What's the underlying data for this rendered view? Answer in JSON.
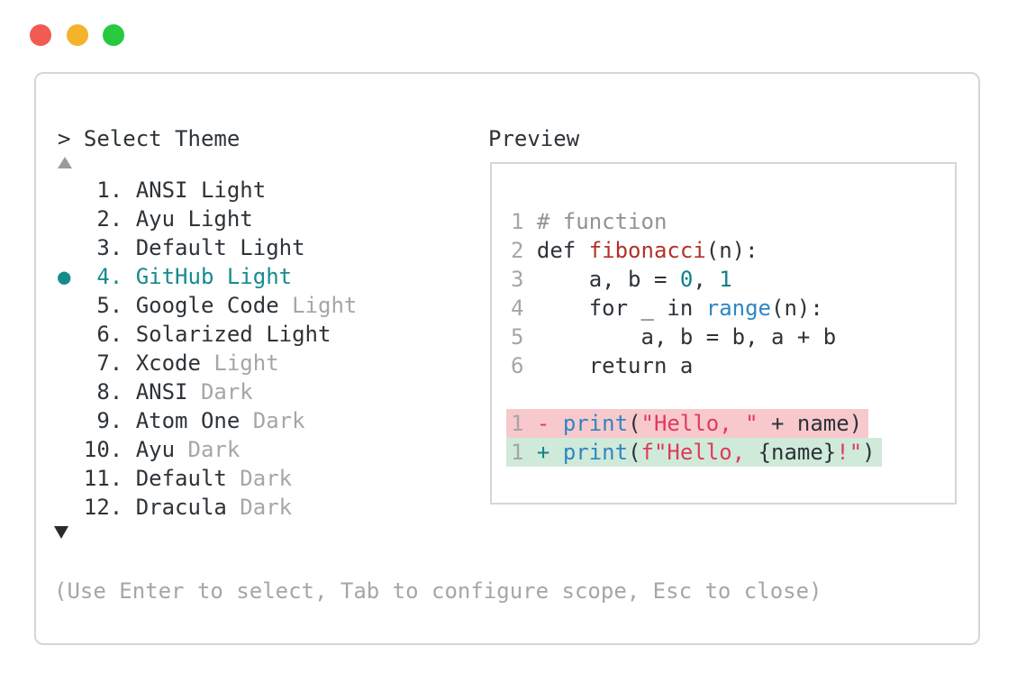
{
  "colors": {
    "text": "#2d3338",
    "muted": "#a6a6a6",
    "comment": "#8e968c",
    "func": "#b23129",
    "number": "#0f808a",
    "builtin": "#2f86c2",
    "string": "#e03a5c",
    "accent": "#168b8d",
    "removed_bg": "#f8c9cc",
    "added_bg": "#d0ead9",
    "border": "#d6d6d6",
    "light_red": "#f15b51",
    "light_yellow": "#f3b32c",
    "light_green": "#27c93f",
    "tri_up": "#9b9b9b",
    "tri_down": "#262b30"
  },
  "window_controls": {
    "close_icon": "traffic-light-red",
    "minimize_icon": "traffic-light-yellow",
    "zoom_icon": "traffic-light-green"
  },
  "theme_selector": {
    "prompt": "> Select Theme",
    "scroll_up_indicator": "up-triangle",
    "scroll_down_indicator": "down-triangle",
    "selected_bullet": "● ",
    "items": [
      {
        "num": " 1.",
        "name": "ANSI Light",
        "suffix": "",
        "selected": false
      },
      {
        "num": " 2.",
        "name": "Ayu Light",
        "suffix": "",
        "selected": false
      },
      {
        "num": " 3.",
        "name": "Default Light",
        "suffix": "",
        "selected": false
      },
      {
        "num": " 4.",
        "name": "GitHub Light",
        "suffix": "",
        "selected": true
      },
      {
        "num": " 5.",
        "name": "Google Code",
        "suffix": " Light",
        "selected": false
      },
      {
        "num": " 6.",
        "name": "Solarized Light",
        "suffix": "",
        "selected": false
      },
      {
        "num": " 7.",
        "name": "Xcode",
        "suffix": " Light",
        "selected": false
      },
      {
        "num": " 8.",
        "name": "ANSI",
        "suffix": " Dark",
        "selected": false
      },
      {
        "num": " 9.",
        "name": "Atom One",
        "suffix": " Dark",
        "selected": false
      },
      {
        "num": "10.",
        "name": "Ayu",
        "suffix": " Dark",
        "selected": false
      },
      {
        "num": "11.",
        "name": "Default",
        "suffix": " Dark",
        "selected": false
      },
      {
        "num": "12.",
        "name": "Dracula",
        "suffix": " Dark",
        "selected": false
      }
    ],
    "hint": "(Use Enter to select, Tab to configure scope, Esc to close)"
  },
  "preview": {
    "label": "Preview",
    "code_lines": [
      {
        "num": "1",
        "tokens": [
          {
            "text": "# function",
            "style": "comment"
          }
        ]
      },
      {
        "num": "2",
        "tokens": [
          {
            "text": "def ",
            "style": "plain"
          },
          {
            "text": "fibonacci",
            "style": "func"
          },
          {
            "text": "(n):",
            "style": "plain"
          }
        ]
      },
      {
        "num": "3",
        "tokens": [
          {
            "text": "    a, b = ",
            "style": "plain"
          },
          {
            "text": "0",
            "style": "number"
          },
          {
            "text": ", ",
            "style": "plain"
          },
          {
            "text": "1",
            "style": "number"
          }
        ]
      },
      {
        "num": "4",
        "tokens": [
          {
            "text": "    for _ in ",
            "style": "plain"
          },
          {
            "text": "range",
            "style": "builtin"
          },
          {
            "text": "(n):",
            "style": "plain"
          }
        ]
      },
      {
        "num": "5",
        "tokens": [
          {
            "text": "        a, b = b, a + b",
            "style": "plain"
          }
        ]
      },
      {
        "num": "6",
        "tokens": [
          {
            "text": "    return a",
            "style": "plain"
          }
        ]
      }
    ],
    "diff_lines": [
      {
        "num": "1",
        "sign": "-",
        "sign_style": "string",
        "kind": "removed",
        "tokens": [
          {
            "text": "print",
            "style": "builtin"
          },
          {
            "text": "(",
            "style": "plain"
          },
          {
            "text": "\"Hello, \"",
            "style": "string"
          },
          {
            "text": " + name)",
            "style": "plain"
          }
        ]
      },
      {
        "num": "1",
        "sign": "+",
        "sign_style": "number",
        "kind": "added",
        "tokens": [
          {
            "text": "print",
            "style": "builtin"
          },
          {
            "text": "(",
            "style": "plain"
          },
          {
            "text": "f\"Hello, ",
            "style": "string"
          },
          {
            "text": "{name}",
            "style": "plain"
          },
          {
            "text": "!\"",
            "style": "string"
          },
          {
            "text": ")",
            "style": "plain"
          }
        ]
      }
    ]
  }
}
